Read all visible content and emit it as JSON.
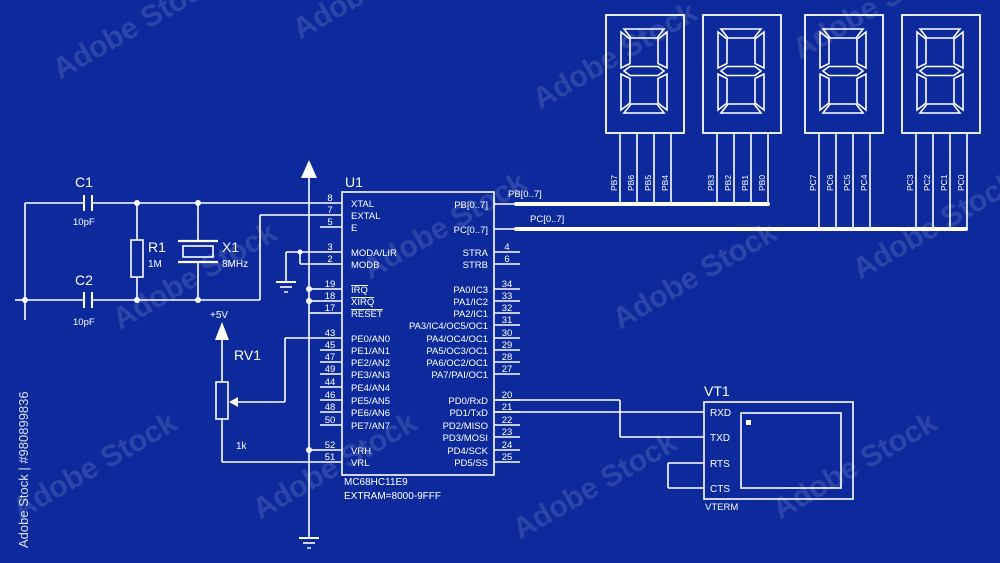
{
  "watermark": {
    "brand": "Adobe Stock",
    "side_label": "Adobe Stock | #980899836"
  },
  "u1": {
    "designator": "U1",
    "part": "MC68HC11E9",
    "ext": "EXTRAM=8000-9FFF",
    "left_pins": [
      {
        "num": "8",
        "name": "XTAL"
      },
      {
        "num": "7",
        "name": "EXTAL"
      },
      {
        "num": "5",
        "name": "E"
      },
      {
        "num": "3",
        "name": "MODA/LIR"
      },
      {
        "num": "2",
        "name": "MODB"
      },
      {
        "num": "19",
        "name": "IRQ"
      },
      {
        "num": "18",
        "name": "XIRQ"
      },
      {
        "num": "17",
        "name": "RESET"
      },
      {
        "num": "43",
        "name": "PE0/AN0"
      },
      {
        "num": "45",
        "name": "PE1/AN1"
      },
      {
        "num": "47",
        "name": "PE2/AN2"
      },
      {
        "num": "49",
        "name": "PE3/AN3"
      },
      {
        "num": "44",
        "name": "PE4/AN4"
      },
      {
        "num": "46",
        "name": "PE5/AN5"
      },
      {
        "num": "48",
        "name": "PE6/AN6"
      },
      {
        "num": "50",
        "name": "PE7/AN7"
      },
      {
        "num": "52",
        "name": "VRH"
      },
      {
        "num": "51",
        "name": "VRL"
      }
    ],
    "right_pins": [
      {
        "num": "",
        "name": "PB[0..7]"
      },
      {
        "num": "",
        "name": "PC[0..7]"
      },
      {
        "num": "4",
        "name": "STRA"
      },
      {
        "num": "6",
        "name": "STRB"
      },
      {
        "num": "34",
        "name": "PA0/IC3"
      },
      {
        "num": "33",
        "name": "PA1/IC2"
      },
      {
        "num": "32",
        "name": "PA2/IC1"
      },
      {
        "num": "31",
        "name": "PA3/IC4/OC5/OC1"
      },
      {
        "num": "30",
        "name": "PA4/OC4/OC1"
      },
      {
        "num": "29",
        "name": "PA5/OC3/OC1"
      },
      {
        "num": "28",
        "name": "PA6/OC2/OC1"
      },
      {
        "num": "27",
        "name": "PA7/PAI/OC1"
      },
      {
        "num": "20",
        "name": "PD0/RxD"
      },
      {
        "num": "21",
        "name": "PD1/TxD"
      },
      {
        "num": "22",
        "name": "PD2/MISO"
      },
      {
        "num": "23",
        "name": "PD3/MOSI"
      },
      {
        "num": "24",
        "name": "PD4/SCK"
      },
      {
        "num": "25",
        "name": "PD5/SS"
      }
    ]
  },
  "components": {
    "c1": {
      "name": "C1",
      "value": "10pF"
    },
    "c2": {
      "name": "C2",
      "value": "10pF"
    },
    "r1": {
      "name": "R1",
      "value": "1M"
    },
    "x1": {
      "name": "X1",
      "value": "8MHz"
    },
    "rv1": {
      "name": "RV1",
      "value": "1k"
    },
    "supply": "+5V"
  },
  "buses": {
    "pb": "PB[0..7]",
    "pc": "PC[0..7]"
  },
  "displays": [
    {
      "pins": [
        "PB7",
        "PB6",
        "PB5",
        "PB4"
      ]
    },
    {
      "pins": [
        "PB3",
        "PB2",
        "PB1",
        "PB0"
      ]
    },
    {
      "pins": [
        "PC7",
        "PC6",
        "PC5",
        "PC4"
      ]
    },
    {
      "pins": [
        "PC3",
        "PC2",
        "PC1",
        "PC0"
      ]
    }
  ],
  "vt1": {
    "designator": "VT1",
    "type": "VTERM",
    "pins": [
      "RXD",
      "TXD",
      "RTS",
      "CTS"
    ]
  }
}
